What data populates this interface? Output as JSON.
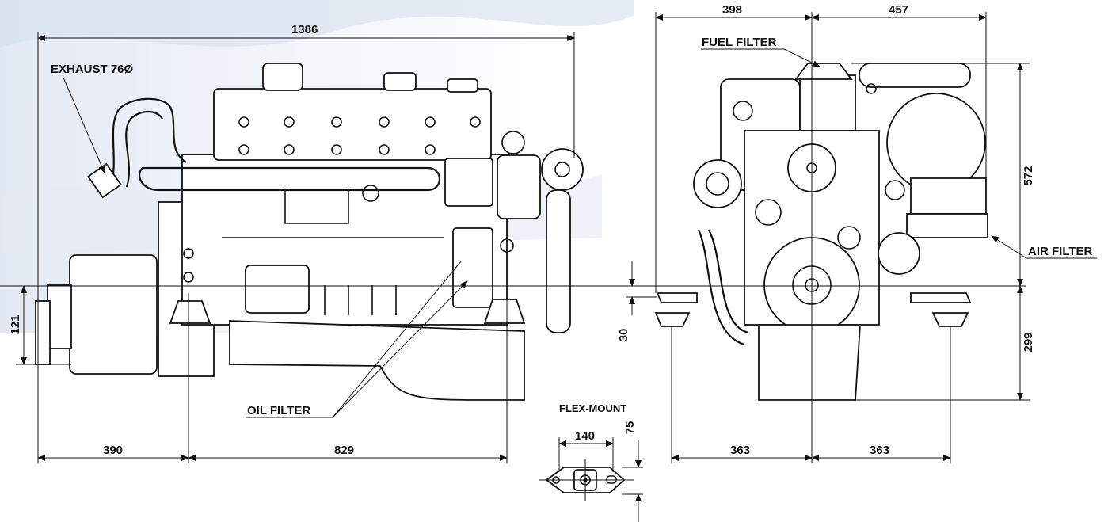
{
  "callouts": {
    "exhaust": "EXHAUST 76Ø",
    "fuel_filter": "FUEL FILTER",
    "oil_filter": "OIL FILTER",
    "air_filter": "AIR FILTER",
    "flex_mount": "FLEX-MOUNT"
  },
  "dimensions": {
    "overall_length": "1386",
    "front_to_mount": "390",
    "mount_span": "829",
    "height_below_crank": "121",
    "width_left": "398",
    "width_right": "457",
    "height_above": "572",
    "depth_below": "299",
    "mount_offset": "30",
    "mount_left": "363",
    "mount_right": "363",
    "flex_width": "140",
    "flex_height": "75"
  },
  "colors": {
    "line": "#111111",
    "background_tint": "#dfe6f2"
  }
}
